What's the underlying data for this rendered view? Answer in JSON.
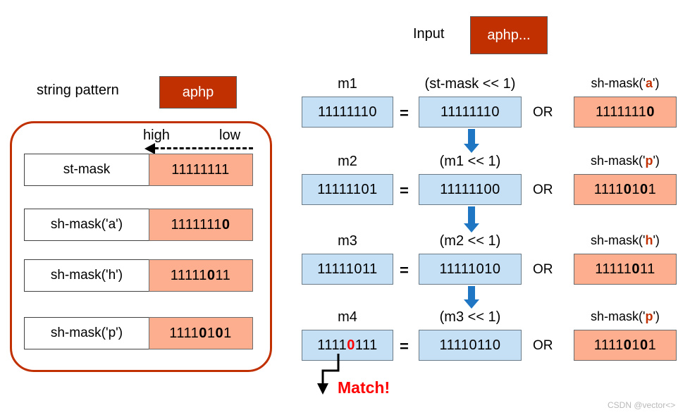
{
  "diagram": {
    "title_left": "string pattern",
    "pattern_value": "aphp",
    "input_label": "Input",
    "input_value": "aphp...",
    "axis": {
      "high": "high",
      "low": "low"
    },
    "watermark": "CSDN @vector<>",
    "match_label": "Match!",
    "or_label": "OR",
    "eq_label": "=",
    "colors": {
      "brick": "#C03000",
      "salmon": "#FCAE8E",
      "light_blue": "#C5E0F5",
      "arrow_blue": "#1F77C4",
      "match_red": "#FF0000",
      "group_border": "#C03000"
    }
  },
  "masks": [
    {
      "name": "st-mask",
      "bits": "11111111",
      "bold": []
    },
    {
      "name": "sh-mask('a')",
      "bits": "11111110",
      "bold": [
        7
      ]
    },
    {
      "name": "sh-mask('h')",
      "bits": "11111011",
      "bold": [
        5
      ]
    },
    {
      "name": "sh-mask('p')",
      "bits": "11110101",
      "bold": [
        4,
        6
      ]
    }
  ],
  "steps": [
    {
      "result_label": "m1",
      "result_bits": "11111110",
      "result_red_index": null,
      "expr_label": "(st-mask << 1)",
      "expr_bits": "11111110",
      "mask_label_prefix": "sh-mask('",
      "mask_char": "a",
      "mask_label_suffix": "')",
      "mask_bits": "11111110",
      "mask_bold": [
        7
      ]
    },
    {
      "result_label": "m2",
      "result_bits": "11111101",
      "result_red_index": null,
      "expr_label": "(m1 << 1)",
      "expr_bits": "11111100",
      "mask_label_prefix": "sh-mask('",
      "mask_char": "p",
      "mask_label_suffix": "')",
      "mask_bits": "11110101",
      "mask_bold": [
        4,
        6
      ]
    },
    {
      "result_label": "m3",
      "result_bits": "11111011",
      "result_red_index": null,
      "expr_label": "(m2 << 1)",
      "expr_bits": "11111010",
      "mask_label_prefix": "sh-mask('",
      "mask_char": "h",
      "mask_label_suffix": "')",
      "mask_bits": "11111011",
      "mask_bold": [
        5
      ]
    },
    {
      "result_label": "m4",
      "result_bits": "11110111",
      "result_red_index": 4,
      "expr_label": "(m3 << 1)",
      "expr_bits": "11110110",
      "mask_label_prefix": "sh-mask('",
      "mask_char": "p",
      "mask_label_suffix": "')",
      "mask_bits": "11110101",
      "mask_bold": [
        4,
        6
      ]
    }
  ]
}
